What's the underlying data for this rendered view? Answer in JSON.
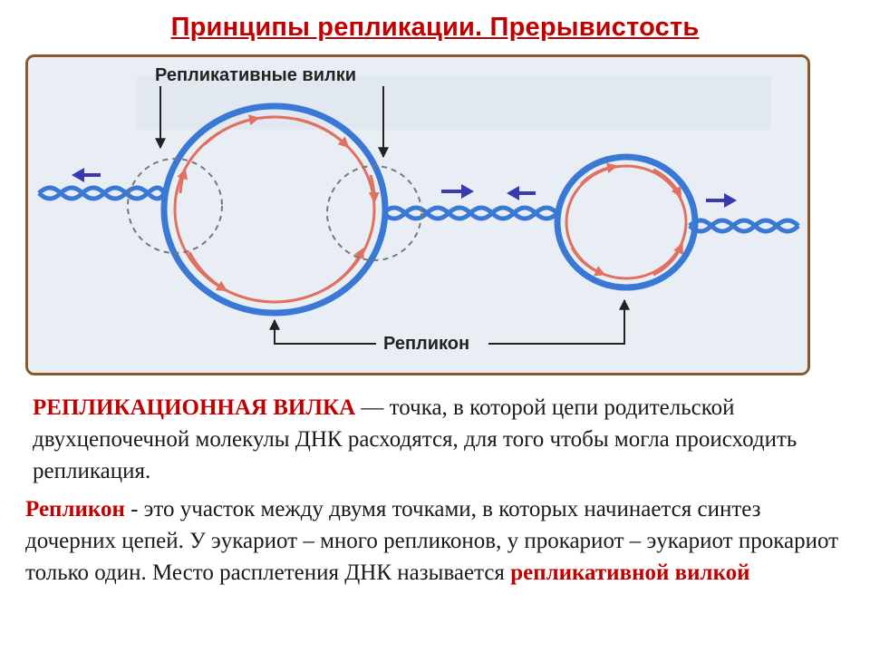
{
  "title": "Принципы репликации. Прерывистость",
  "figure": {
    "label_forks": "Репликативные вилки",
    "label_replicon": "Репликон",
    "colors": {
      "dna_strand": "#3a78d6",
      "daughter_strand": "#e07060",
      "direction_arrow": "#3a3ab0",
      "frame": "#8b5a2b",
      "background": "#e9eef4"
    }
  },
  "paragraph1": {
    "term": "РЕПЛИКАЦИОННАЯ ВИЛКА",
    "text": " — точка, в которой цепи родительской двухцепочечной молекулы ДНК расходятся, для того чтобы могла происходить репликация."
  },
  "paragraph2": {
    "term": "Репликон",
    "text": " - это участок между двумя точками, в которых начинается синтез дочерних цепей. У эукариот – много репликонов, у прокариот – эукариот прокариот только один. Место расплетения ДНК называется ",
    "highlight": "репликативной вилкой"
  }
}
